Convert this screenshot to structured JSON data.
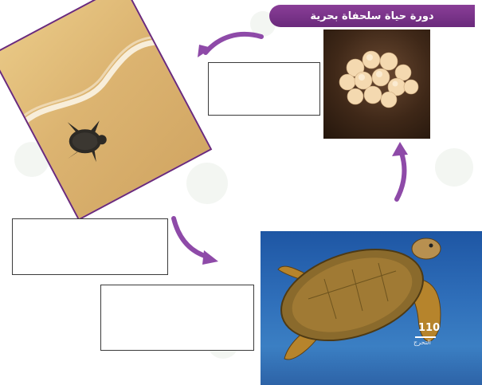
{
  "title": "دورة حياة سلحفاة بحرية",
  "page_number": "110",
  "page_sub": "التحرج",
  "colors": {
    "accent": "#6a2a7c",
    "arrow": "#8e4aa8"
  },
  "icons": [
    "turtle-hatchling-image",
    "turtle-eggs-image",
    "adult-sea-turtle-image"
  ]
}
